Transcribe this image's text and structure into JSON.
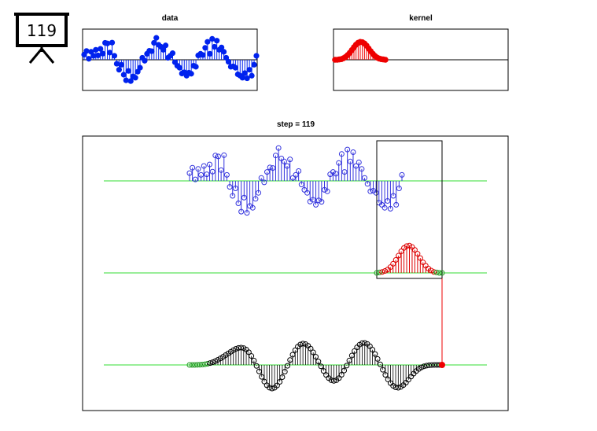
{
  "badge": {
    "label": "119",
    "icon": "presentation-board-icon"
  },
  "chart_data": [
    {
      "type": "stem",
      "title": "data",
      "ylim": [
        -1.5,
        1.5
      ],
      "values": [
        0.26,
        0.44,
        0.05,
        0.4,
        0.2,
        0.5,
        0.22,
        0.55,
        0.31,
        0.85,
        0.82,
        0.36,
        0.86,
        0.2,
        -0.2,
        -0.5,
        -0.25,
        -0.75,
        -1.03,
        -0.56,
        -1.07,
        -0.84,
        -0.9,
        -0.6,
        -0.4,
        0.1,
        -0.05,
        0.3,
        0.45,
        0.43,
        0.85,
        1.1,
        0.75,
        0.65,
        0.5,
        0.72,
        0.1,
        0.2,
        0.33,
        -0.12,
        -0.3,
        -0.4,
        -0.69,
        -0.63,
        -0.8,
        -0.65,
        -0.7,
        -0.3,
        -0.35,
        0.22,
        0.3,
        0.24,
        0.6,
        0.9,
        0.3,
        1.05,
        0.65,
        0.96,
        0.5,
        0.62,
        0.4,
        0.1,
        -0.1,
        -0.35,
        -0.33,
        -0.4,
        -0.73,
        -0.8,
        -0.9,
        -0.67,
        -0.93,
        -0.5,
        -0.8,
        -0.25,
        0.2
      ],
      "color": "#0022ee"
    },
    {
      "type": "stem",
      "title": "kernel",
      "ylim": [
        -1,
        1
      ],
      "values": [
        0.0,
        0.0,
        0.01,
        0.02,
        0.05,
        0.09,
        0.15,
        0.22,
        0.31,
        0.4,
        0.48,
        0.54,
        0.57,
        0.56,
        0.52,
        0.45,
        0.36,
        0.27,
        0.19,
        0.12,
        0.07,
        0.04,
        0.02,
        0.01,
        0.0
      ],
      "color": "#ee0000"
    },
    {
      "type": "stem",
      "title": "step = 119",
      "step": 119,
      "colors": {
        "signal": "#3333dd",
        "kernel": "#dd0000",
        "output": "#000000",
        "output_pad": "#229922",
        "baseline": "#33dd33",
        "marker": "#ee0000",
        "window": "#000000"
      }
    }
  ]
}
